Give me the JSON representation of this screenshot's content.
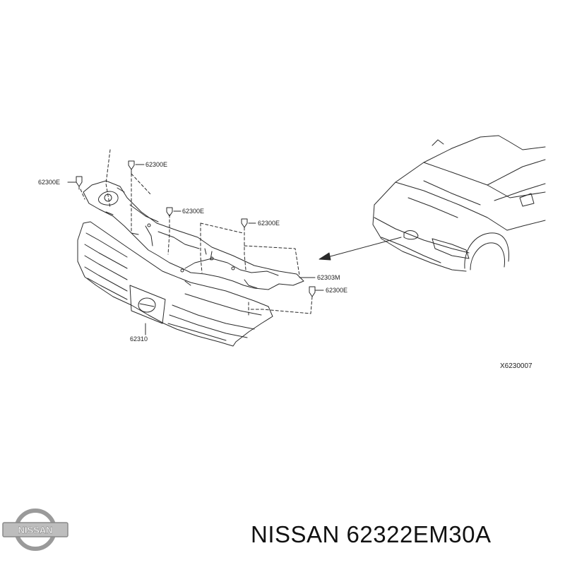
{
  "diagram": {
    "callouts": {
      "clip_top_center": "62300E",
      "clip_left": "62300E",
      "clip_middle": "62300E",
      "clip_right": "62300E",
      "cover": "62303M",
      "clip_lower_right": "62300E",
      "grille": "62310"
    },
    "reference_code": "X6230007"
  },
  "caption": {
    "brand": "NISSAN",
    "part_number": "62322EM30A",
    "full_text": "NISSAN 62322EM30A"
  },
  "logo": {
    "text": "NISSAN",
    "colors": {
      "ring": "#9a9a9a",
      "bar": "#bdbdbd",
      "text": "#ffffff"
    }
  }
}
